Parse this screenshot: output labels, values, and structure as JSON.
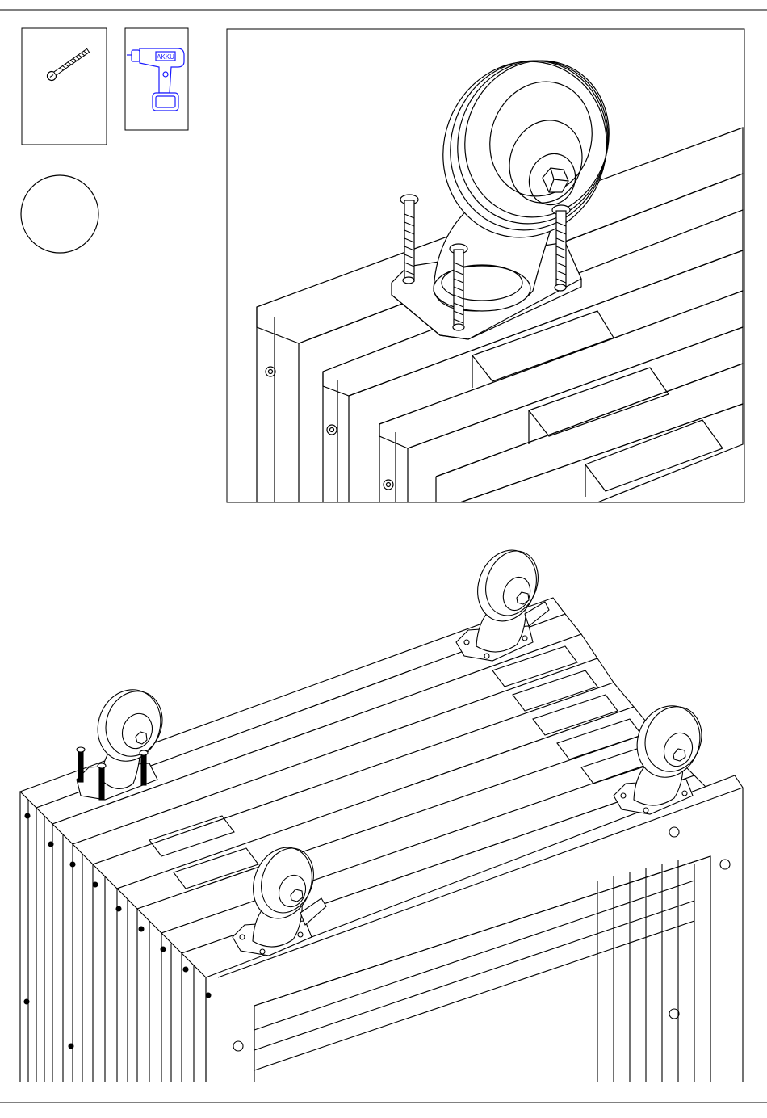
{
  "drill": {
    "label": "AKKU"
  },
  "colors": {
    "line": "#000000",
    "drill_outline": "#1a1aff",
    "paper": "#ffffff"
  },
  "icons": {
    "screw": "screw-icon",
    "drill": "cordless-drill-icon",
    "quantity": "quantity-circle-icon"
  },
  "steps": [
    {
      "id": "detail",
      "content": "caster-plate-screwed-to-frame-closeup"
    },
    {
      "id": "overview",
      "content": "four-casters-on-stacked-frames"
    }
  ]
}
